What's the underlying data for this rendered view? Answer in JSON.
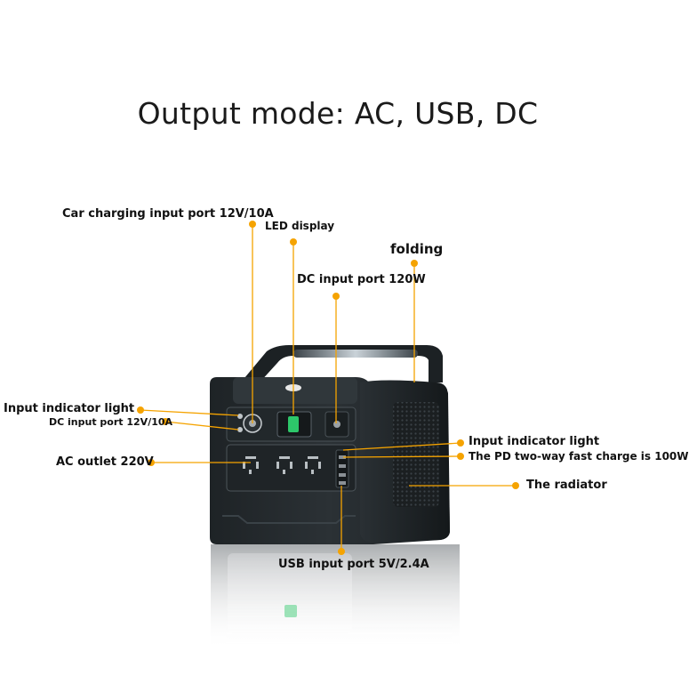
{
  "title": "Output mode:  AC, USB, DC",
  "accent": "#f5a300",
  "labels": {
    "car_charging": "Car charging input port 12V/10A",
    "led_display": "LED display",
    "folding": "folding",
    "dc_input_120w": "DC input port 120W",
    "input_indicator_left": "Input indicator light",
    "dc_input_12v": "DC input port 12V/10A",
    "ac_outlet": "AC outlet 220V",
    "input_indicator_right": "Input indicator light",
    "pd_fast_charge": "The PD two-way fast charge is 100W",
    "radiator": "The radiator",
    "usb_input": "USB input port 5V/2.4A"
  }
}
